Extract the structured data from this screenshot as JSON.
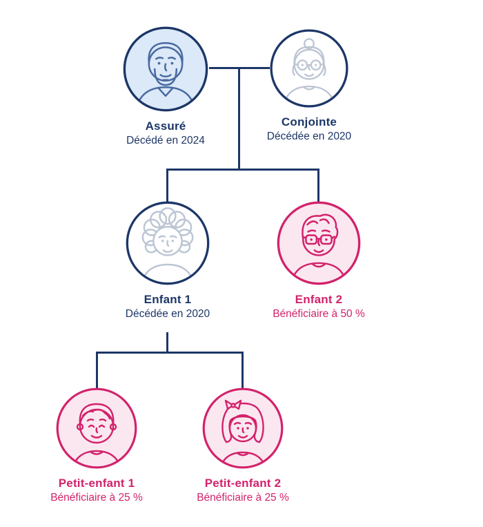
{
  "colors": {
    "navy": "#1c3667",
    "pink": "#d2226b",
    "light_blue": "#dbe9f8",
    "light_pink": "#fbe7f0",
    "avatar_gray": "#bcc5d4",
    "avatar_blue": "#4a6aa0"
  },
  "nodes": {
    "assure": {
      "label": "Assuré",
      "sublabel": "Décédé en 2024"
    },
    "conjointe": {
      "label": "Conjointe",
      "sublabel": "Décédée en 2020"
    },
    "enfant1": {
      "label": "Enfant 1",
      "sublabel": "Décédée en 2020"
    },
    "enfant2": {
      "label": "Enfant 2",
      "sublabel": "Bénéficiaire à 50 %"
    },
    "petit_enfant1": {
      "label": "Petit-enfant 1",
      "sublabel": "Bénéficiaire à 25 %"
    },
    "petit_enfant2": {
      "label": "Petit-enfant 2",
      "sublabel": "Bénéficiaire à 25 %"
    }
  }
}
